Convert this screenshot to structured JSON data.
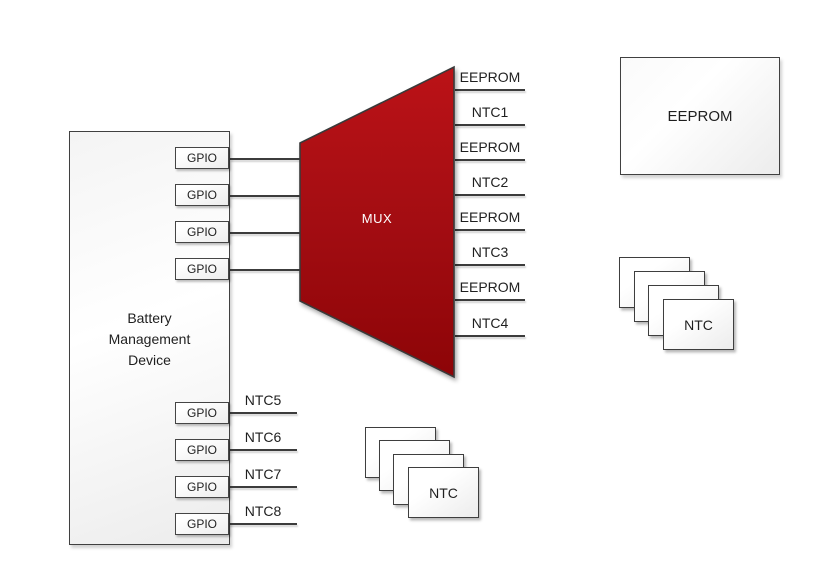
{
  "device": {
    "label_lines": [
      "Battery",
      "Management",
      "Device"
    ],
    "gpio_top": [
      {
        "label": "GPIO"
      },
      {
        "label": "GPIO"
      },
      {
        "label": "GPIO"
      },
      {
        "label": "GPIO"
      }
    ],
    "gpio_bottom": [
      {
        "label": "GPIO"
      },
      {
        "label": "GPIO"
      },
      {
        "label": "GPIO"
      },
      {
        "label": "GPIO"
      }
    ]
  },
  "mux": {
    "label": "MUX",
    "outputs": [
      "EEPROM",
      "NTC1",
      "EEPROM",
      "NTC2",
      "EEPROM",
      "NTC3",
      "EEPROM",
      "NTC4"
    ]
  },
  "direct_outputs": [
    "NTC5",
    "NTC6",
    "NTC7",
    "NTC8"
  ],
  "eeprom_box": {
    "label": "EEPROM"
  },
  "ntc_stack_right": {
    "label": "NTC",
    "card_count": 4
  },
  "ntc_stack_bottom": {
    "label": "NTC",
    "card_count": 4
  },
  "colors": {
    "background": "#ffffff",
    "wire": "#3c3c3c",
    "box_border": "#404040",
    "box_fill_light": "#ffffff",
    "box_fill_shade": "#ececec",
    "mux_fill_top": "#bb1217",
    "mux_fill_mid": "#a30d12",
    "mux_fill_bottom": "#8d0407",
    "mux_text": "#ffffff",
    "text": "#1f1f1f"
  }
}
